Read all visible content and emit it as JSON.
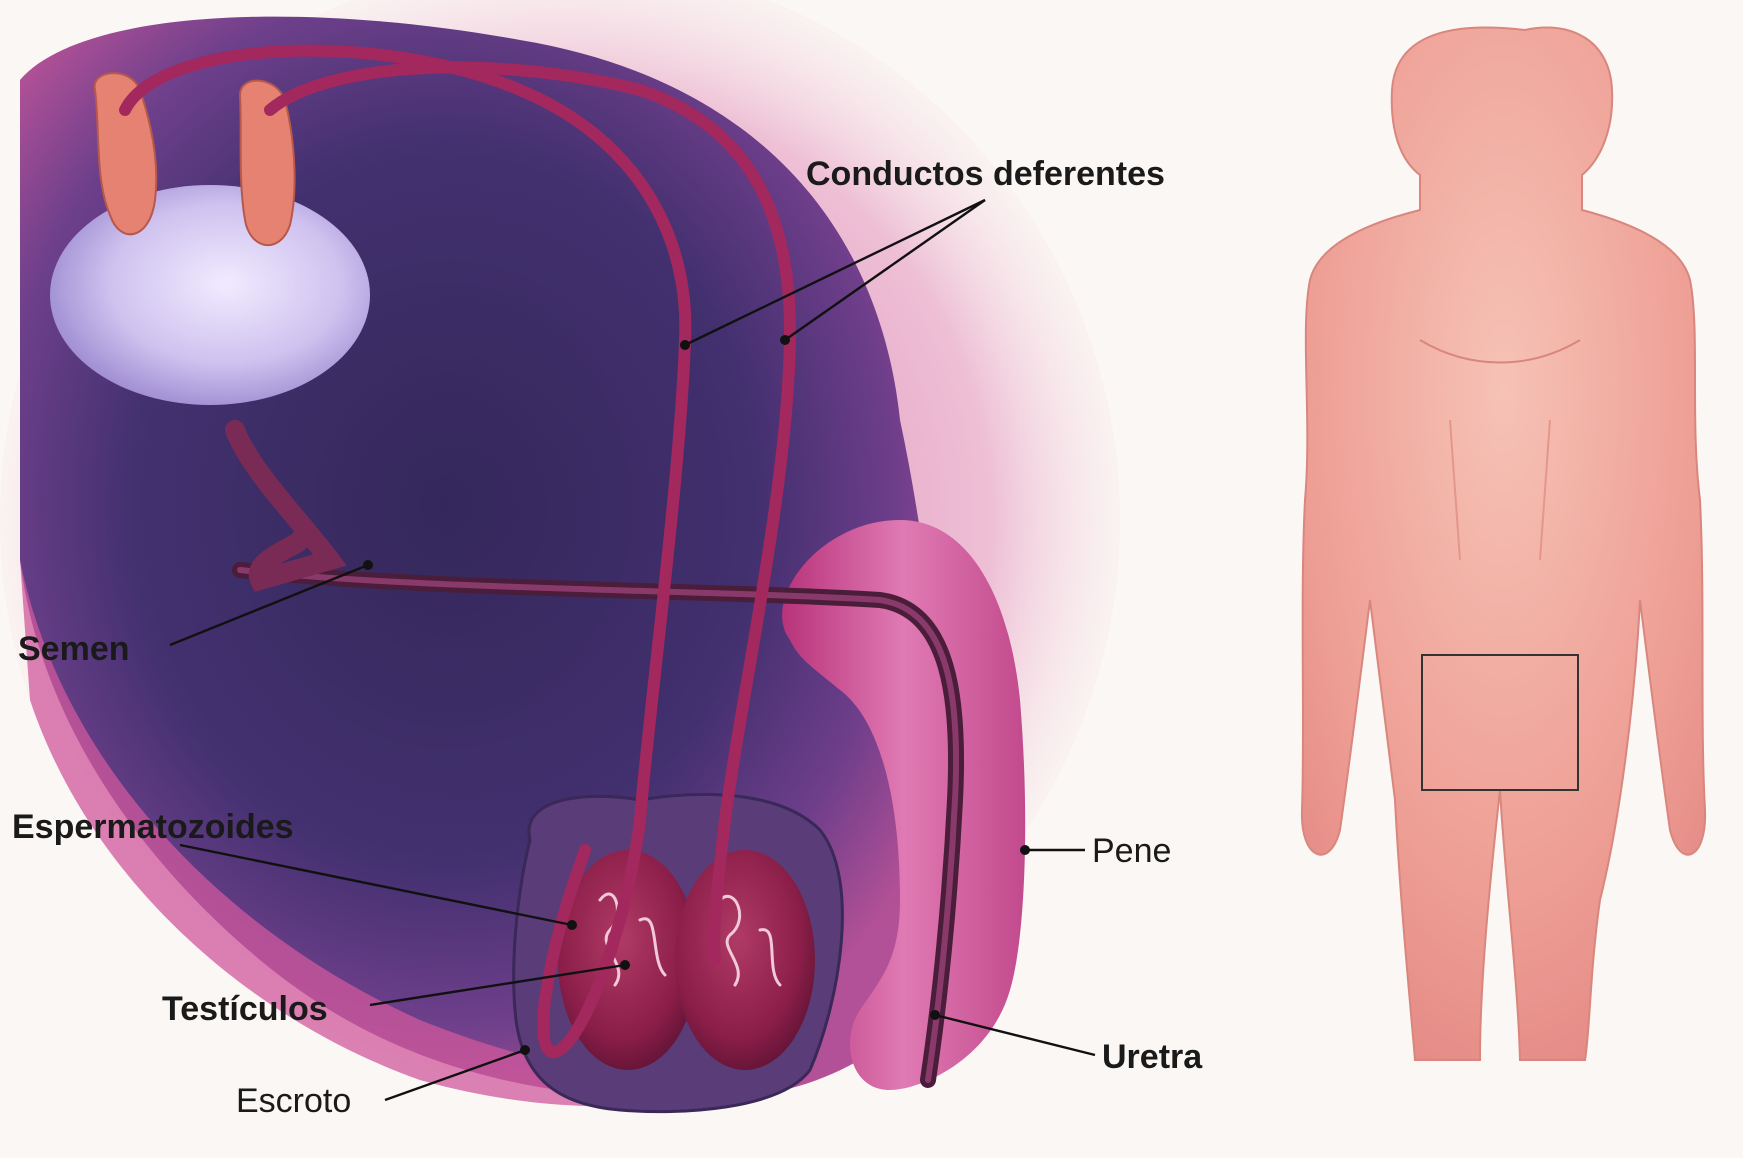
{
  "labels": {
    "conductos": "Conductos deferentes",
    "semen": "Semen",
    "espermatozoides": "Espermatozoides",
    "testiculos": "Testículos",
    "escroto": "Escroto",
    "pene": "Pene",
    "uretra": "Uretra"
  },
  "colors": {
    "background": "#fbf7f4",
    "dark_region": "#3a2a64",
    "magenta": "#c23a86",
    "duct": "#a2285e",
    "testis": "#8c1e4a",
    "gland": "#e07a70",
    "bladder": "#d8cdf0",
    "skin": "#f0a49a"
  }
}
